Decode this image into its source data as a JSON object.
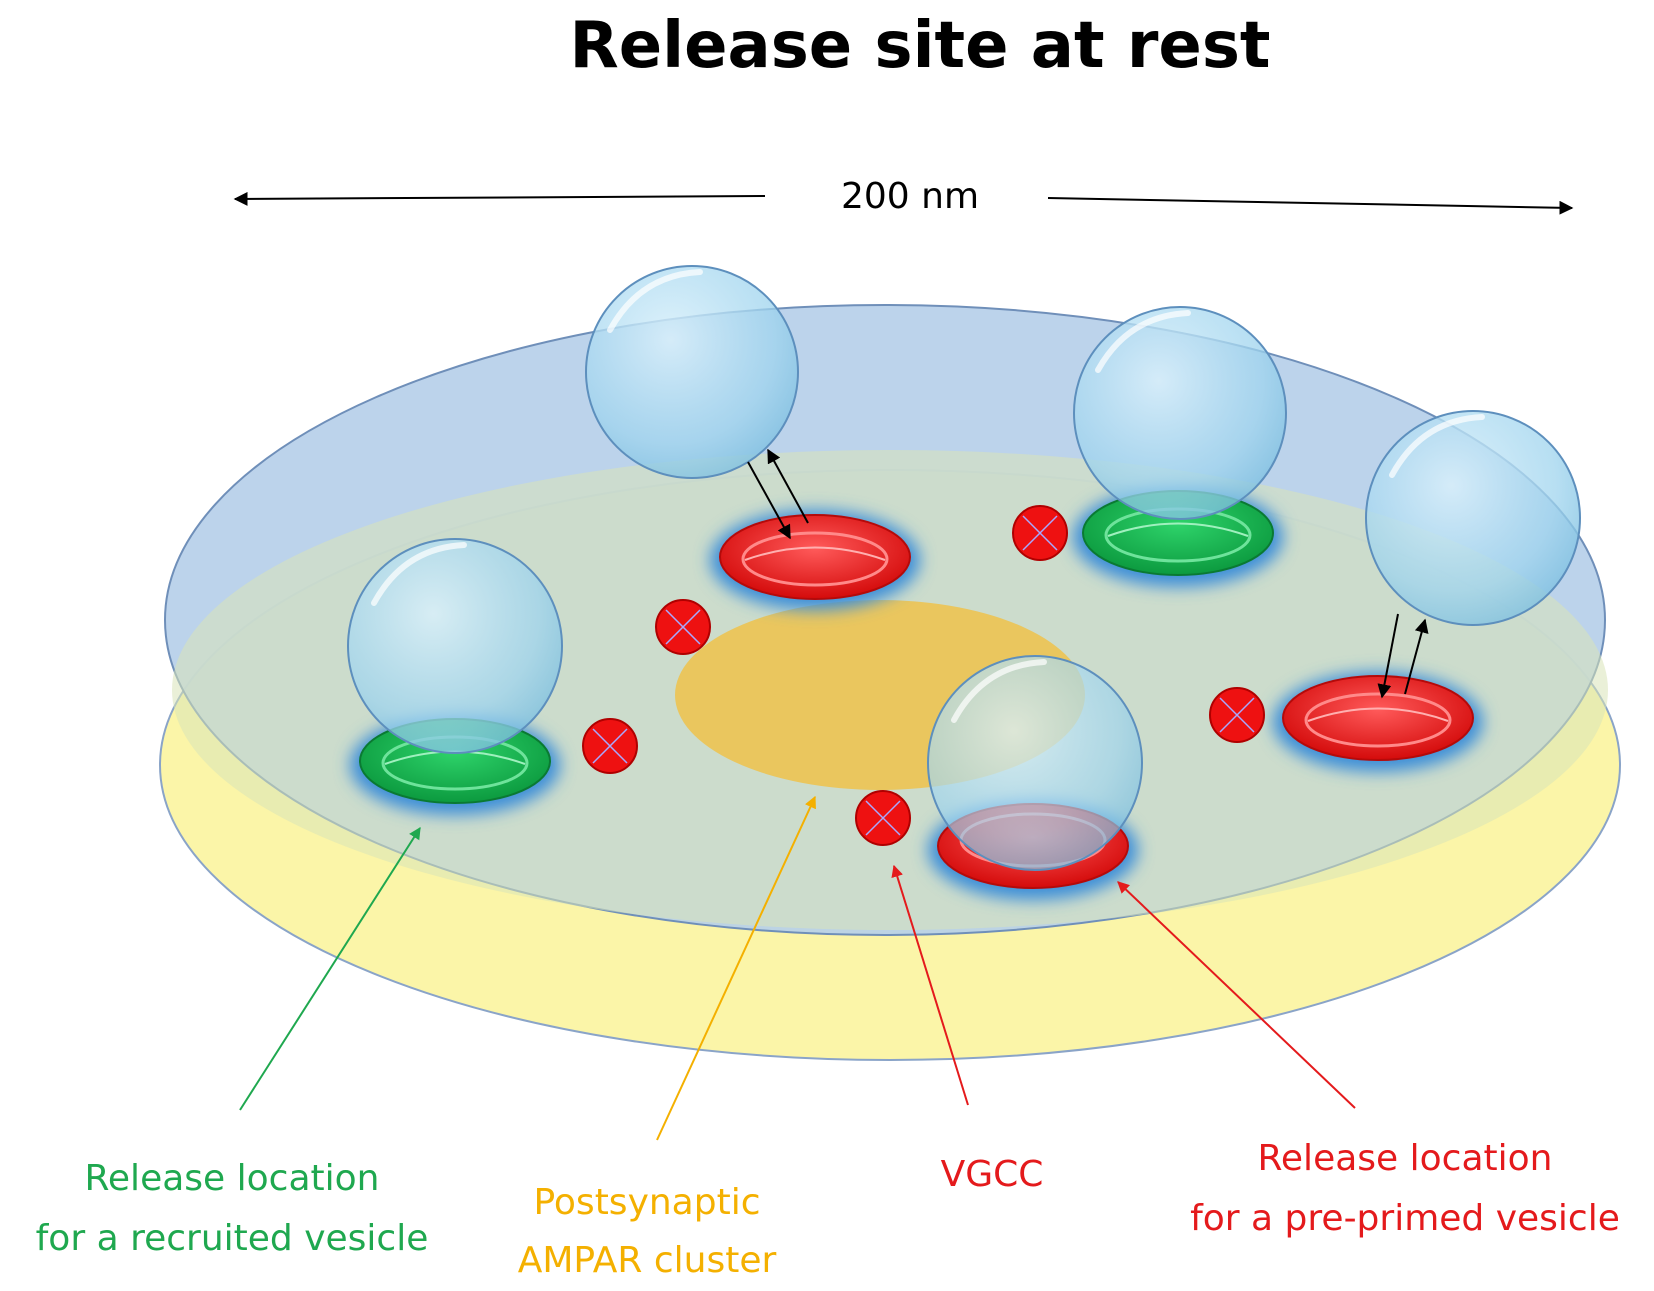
{
  "title": "Release site at rest",
  "scale_label": "200 nm",
  "labels": {
    "recruited": {
      "line1": "Release location",
      "line2": "for a recruited vesicle"
    },
    "ampar": {
      "line1": "Postsynaptic",
      "line2": "AMPAR cluster"
    },
    "vgcc": {
      "line1": "VGCC"
    },
    "preprimed": {
      "line1": "Release location",
      "line2": "for a pre-primed vesicle"
    }
  },
  "colors": {
    "green_label": "#1fa84f",
    "orange_label": "#f4b000",
    "red_label": "#e41a1c",
    "disc_top": "#b6cfe9",
    "disc_bottom": "#fbf5a8",
    "ampar_cluster": "#efc24a",
    "vgcc": "#ee1111",
    "release_site_red": "#ee1b1b",
    "release_site_green": "#13b150"
  }
}
